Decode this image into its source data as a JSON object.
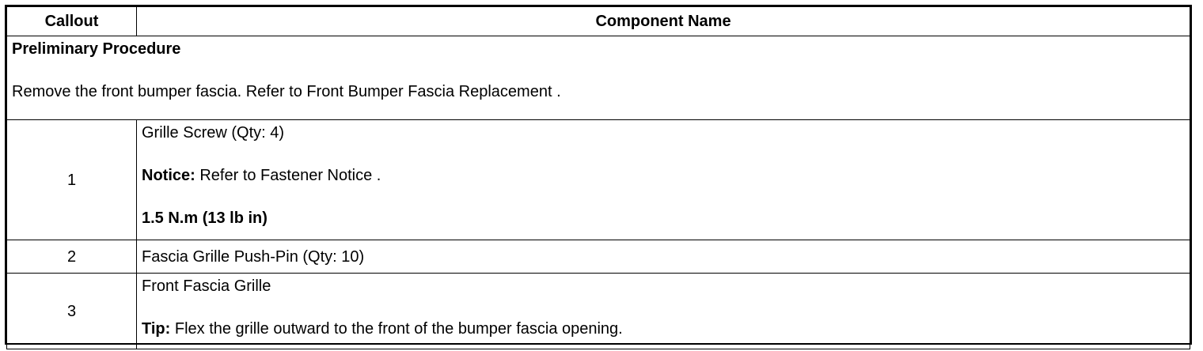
{
  "table": {
    "headers": {
      "callout": "Callout",
      "component_name": "Component Name"
    },
    "preliminary": {
      "title": "Preliminary Procedure",
      "text": "Remove the front bumper fascia. Refer to Front Bumper Fascia Replacement ."
    },
    "rows": [
      {
        "callout": "1",
        "name": "Grille Screw (Qty: 4)",
        "notice_label": "Notice:",
        "notice_text": " Refer to Fastener Notice .",
        "torque": "1.5 N.m (13 lb in)"
      },
      {
        "callout": "2",
        "name": "Fascia Grille Push-Pin (Qty: 10)"
      },
      {
        "callout": "3",
        "name": "Front Fascia Grille",
        "tip_label": "Tip:",
        "tip_text": " Flex the grille outward to the front of the bumper fascia opening."
      }
    ]
  }
}
